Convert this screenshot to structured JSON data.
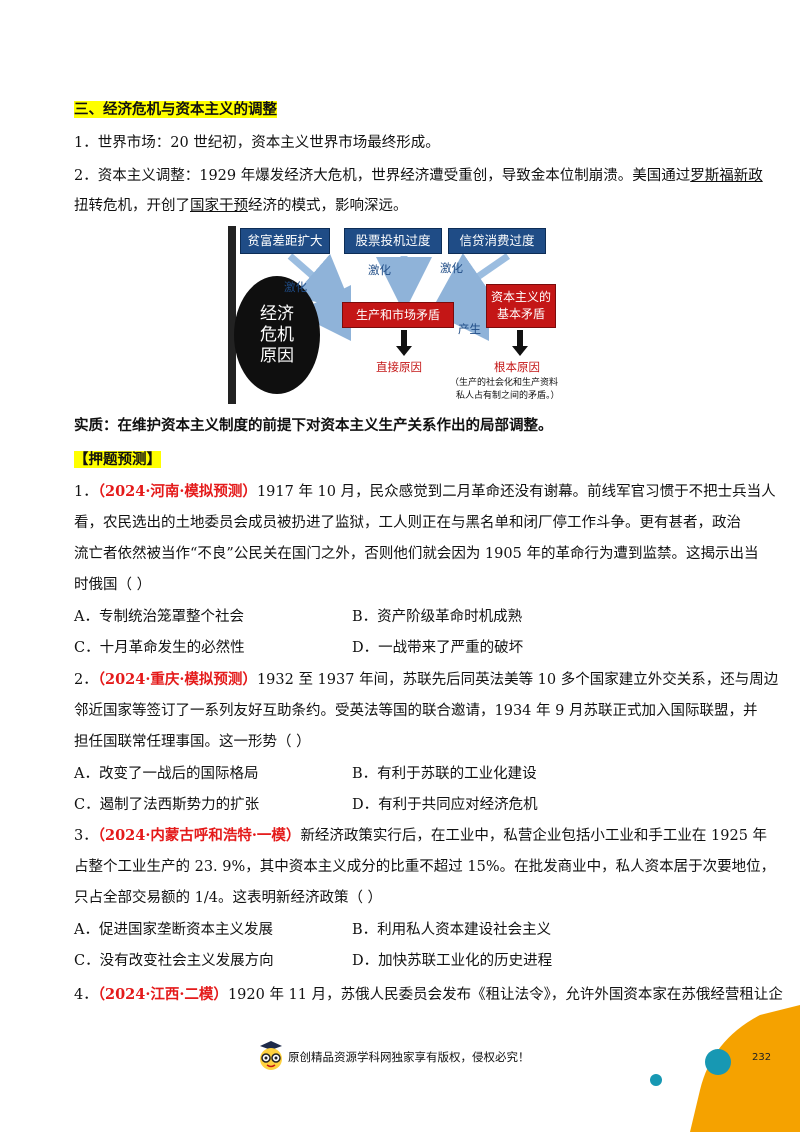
{
  "section": {
    "heading": "三、经济危机与资本主义的调整",
    "p1": "1．世界市场：20 世纪初，资本主义世界市场最终形成。",
    "p2_a": "2．资本主义调整：1929 年爆发经济大危机，世界经济遭受重创，导致金本位制崩溃。美国通过",
    "p2_link1": "罗斯福新政",
    "p2_b": "扭转危机，开创了",
    "p2_link2": "国家干预",
    "p2_c": "经济的模式，影响深远。"
  },
  "diagram": {
    "box1": "贫富差距扩大",
    "box2": "股票投机过度",
    "box3": "信贷消费过度",
    "center": "生产和市场矛盾",
    "right": "资本主义的基本矛盾",
    "oval": [
      "经济",
      "危机",
      "原因"
    ],
    "lbl_jihua1": "激化",
    "lbl_jihua2": "激化",
    "lbl_jihua3": "激化",
    "lbl_chansheng": "产生",
    "lbl_direct": "直接原因",
    "lbl_root": "根本原因",
    "note1": "（生产的社会化和生产资料",
    "note2": "私人占有制之间的矛盾。）"
  },
  "essence": "实质：在维护资本主义制度的前提下对资本主义生产关系作出的局部调整。",
  "predict_label": "【押题预测】",
  "questions": [
    {
      "num": "1．",
      "source": "（2024·河南·模拟预测）",
      "stem": [
        "1917 年 10 月，民众感觉到二月革命还没有谢幕。前线军官习惯于不把士兵当人",
        "看，农民选出的土地委员会成员被扔进了监狱，工人则正在与黑名单和闭厂停工作斗争。更有甚者，政治",
        "流亡者依然被当作“不良”公民关在国门之外，否则他们就会因为 1905 年的革命行为遭到监禁。这揭示出当",
        "时俄国（    ）"
      ],
      "A": "A．专制统治笼罩整个社会",
      "B": "B．资产阶级革命时机成熟",
      "C": "C．十月革命发生的必然性",
      "D": "D．一战带来了严重的破坏"
    },
    {
      "num": "2．",
      "source": "（2024·重庆·模拟预测）",
      "stem": [
        "1932 至 1937 年间，苏联先后同英法美等 10 多个国家建立外交关系，还与周边",
        "邻近国家等签订了一系列友好互助条约。受英法等国的联合邀请，1934 年 9 月苏联正式加入国际联盟，并",
        "担任国联常任理事国。这一形势（    ）"
      ],
      "A": "A．改变了一战后的国际格局",
      "B": "B．有利于苏联的工业化建设",
      "C": "C．遏制了法西斯势力的扩张",
      "D": "D．有利于共同应对经济危机"
    },
    {
      "num": "3．",
      "source": "（2024·内蒙古呼和浩特·一模）",
      "stem": [
        "新经济政策实行后，在工业中，私营企业包括小工业和手工业在 1925 年",
        "占整个工业生产的 23. 9%，其中资本主义成分的比重不超过 15%。在批发商业中，私人资本居于次要地位，",
        "只占全部交易额的 1/4。这表明新经济政策（    ）"
      ],
      "A": "A．促进国家垄断资本主义发展",
      "B": "B．利用私人资本建设社会主义",
      "C": "C．没有改变社会主义发展方向",
      "D": "D．加快苏联工业化的历史进程"
    },
    {
      "num": "4．",
      "source": "（2024·江西·二模）",
      "stem": [
        "1920 年 11 月，苏俄人民委员会发布《租让法令》，允许外国资本家在苏俄经营租让企"
      ]
    }
  ],
  "footer": {
    "copyright": "原创精品资源学科网独家享有版权，侵权必究！",
    "page_number": "232"
  },
  "colors": {
    "highlight": "#ffff00",
    "source_red": "#e41a1a",
    "diagram_blue": "#1f4c86",
    "diagram_red": "#c41616",
    "footer_orange": "#f5a200",
    "footer_teal": "#1798b3"
  }
}
